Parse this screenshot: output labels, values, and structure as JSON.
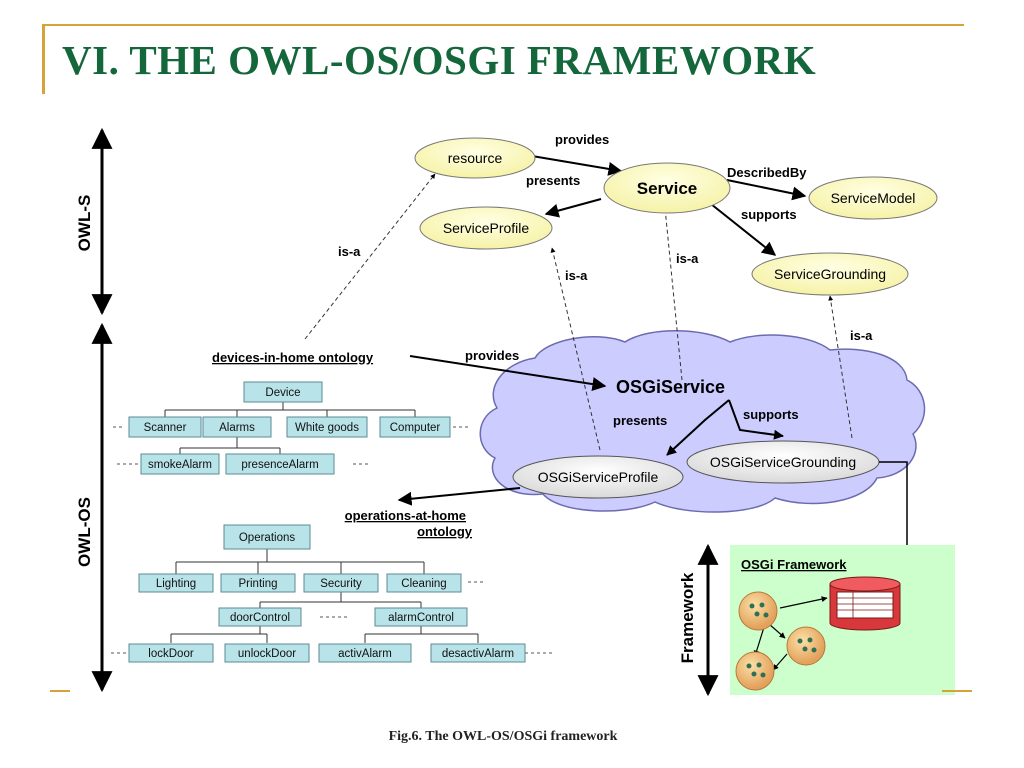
{
  "slide": {
    "title": "VI. THE OWL-OS/OSGI FRAMEWORK",
    "caption": "Fig.6. The OWL-OS/OSGi framework"
  },
  "axes": {
    "owl_s": "OWL-S",
    "owl_os": "OWL-OS",
    "framework": "Framework"
  },
  "owl_s_nodes": {
    "resource": "resource",
    "service": "Service",
    "service_profile": "ServiceProfile",
    "service_model": "ServiceModel",
    "service_grounding": "ServiceGrounding"
  },
  "relations": {
    "provides": "provides",
    "presents": "presents",
    "described_by": "DescribedBy",
    "supports": "supports",
    "is_a": "is-a"
  },
  "osgi_cloud": {
    "service": "OSGiService",
    "profile": "OSGiServiceProfile",
    "grounding": "OSGiServiceGrounding",
    "presents": "presents",
    "supports": "supports"
  },
  "devices_ontology": {
    "label": "devices-in-home ontology",
    "provides": "provides",
    "root": "Device",
    "children": [
      "Scanner",
      "Alarms",
      "White goods",
      "Computer"
    ],
    "alarms": [
      "smokeAlarm",
      "presenceAlarm"
    ]
  },
  "operations_ontology": {
    "label_line1": "operations-at-home",
    "label_line2": "ontology",
    "root": "Operations",
    "children": [
      "Lighting",
      "Printing",
      "Security",
      "Cleaning"
    ],
    "security": [
      "doorControl",
      "alarmControl"
    ],
    "door": [
      "lockDoor",
      "unlockDoor"
    ],
    "alarm": [
      "activAlarm",
      "desactivAlarm"
    ]
  },
  "framework_box": {
    "title": "OSGi Framework"
  }
}
